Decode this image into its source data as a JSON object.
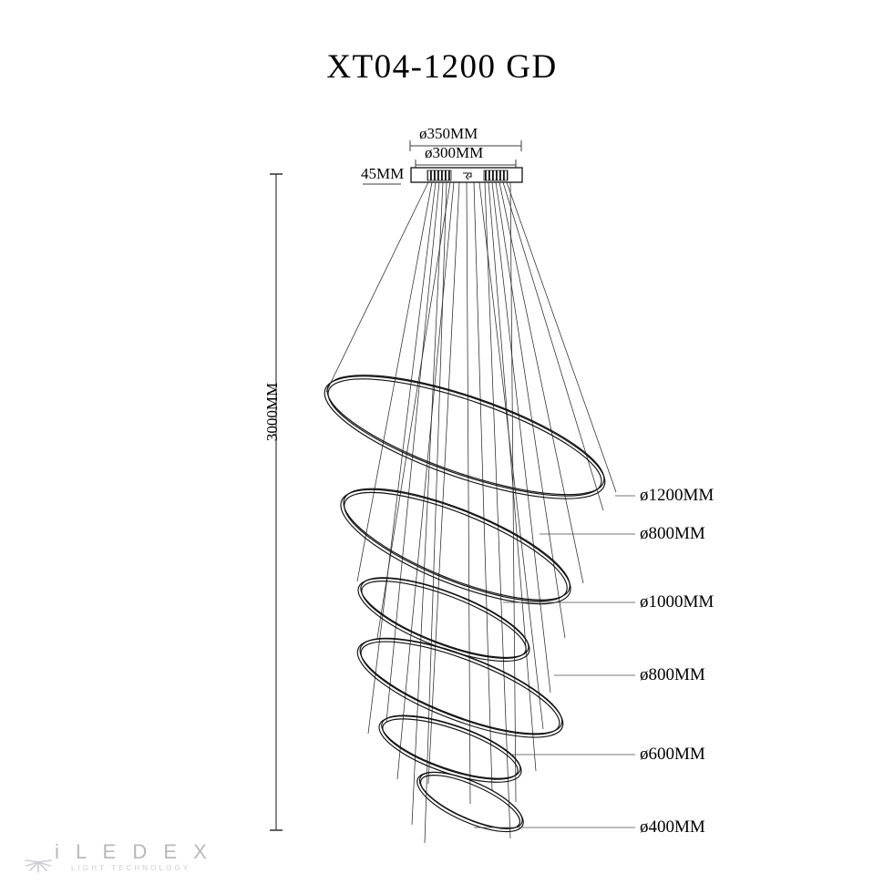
{
  "title": "XT04-1200 GD",
  "product": {
    "model": "XT04-1200 GD",
    "type": "LED pendant chandelier spiral ring cascade"
  },
  "top_dimensions": {
    "outer_plate": "ø350MM",
    "inner_plate": "ø300MM",
    "plate_thickness": "45MM"
  },
  "height_dimension": {
    "label": "3000MM"
  },
  "ring_labels": [
    {
      "id": "ring-1",
      "label": "ø1200MM",
      "diameter_mm": 1200
    },
    {
      "id": "ring-2",
      "label": "ø800MM",
      "diameter_mm": 800
    },
    {
      "id": "ring-3",
      "label": "ø1000MM",
      "diameter_mm": 1000
    },
    {
      "id": "ring-4",
      "label": "ø800MM",
      "diameter_mm": 800
    },
    {
      "id": "ring-5",
      "label": "ø600MM",
      "diameter_mm": 600
    },
    {
      "id": "ring-6",
      "label": "ø400MM",
      "diameter_mm": 400
    }
  ],
  "logo": {
    "wordmark": "i L E D E X",
    "tagline": "LIGHT TECHNOLOGY",
    "color": "#b9b9bb"
  },
  "colors": {
    "line": "#1a1a1a",
    "thin_line": "#333333",
    "leader": "#4a4a4a",
    "background": "#ffffff",
    "logo": "#b9b9bb"
  }
}
